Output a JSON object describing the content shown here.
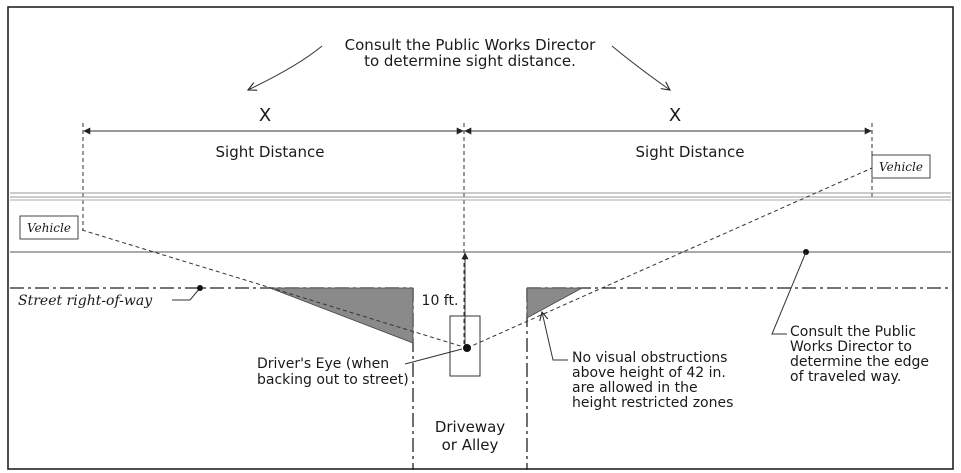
{
  "title_note": {
    "line1": "Consult the Public Works Director",
    "line2": "to determine sight distance."
  },
  "x_marker": "X",
  "sight_distance_label": "Sight Distance",
  "vehicle_label": "Vehicle",
  "street_row_label": "Street right-of-way",
  "height_label": "10 ft.",
  "drivers_eye": {
    "line1": "Driver's Eye (when",
    "line2": "backing out to street)"
  },
  "driveway": {
    "line1": "Driveway",
    "line2": "or Alley"
  },
  "obstructions_note": {
    "line1": "No visual obstructions",
    "line2": "above height of 42 in.",
    "line3": "are allowed in the",
    "line4": "height restricted zones"
  },
  "edge_note": {
    "line1": "Consult the Public",
    "line2": "Works Director to",
    "line3": "determine the edge",
    "line4": "of traveled way."
  }
}
